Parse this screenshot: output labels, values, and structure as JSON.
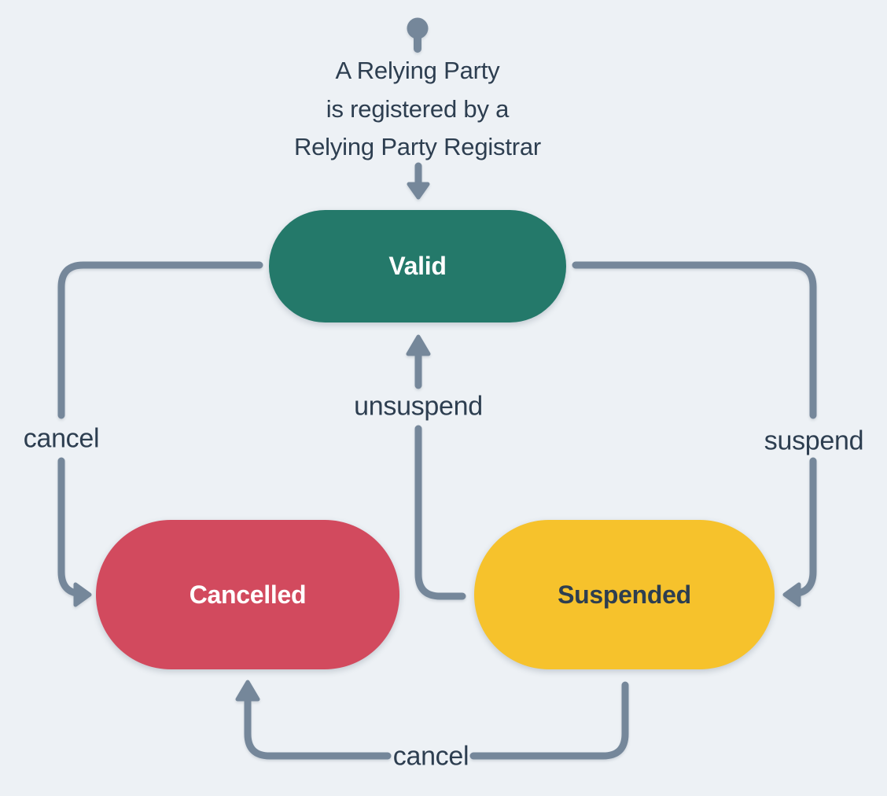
{
  "diagram": {
    "start_note_lines": {
      "line1": "A Relying Party",
      "line2": "is registered by a",
      "line3": "Relying Party Registrar"
    },
    "states": [
      {
        "id": "valid",
        "label": "Valid",
        "fill": "#24796A",
        "text_color": "#FFFFFF"
      },
      {
        "id": "cancelled",
        "label": "Cancelled",
        "fill": "#D24A5E",
        "text_color": "#FFFFFF"
      },
      {
        "id": "suspended",
        "label": "Suspended",
        "fill": "#F6C22C",
        "text_color": "#2D3E50"
      }
    ],
    "transitions": [
      {
        "from": "valid",
        "to": "cancelled",
        "label": "cancel"
      },
      {
        "from": "valid",
        "to": "suspended",
        "label": "suspend"
      },
      {
        "from": "suspended",
        "to": "valid",
        "label": "unsuspend"
      },
      {
        "from": "suspended",
        "to": "cancelled",
        "label": "cancel"
      }
    ],
    "colors": {
      "background": "#EDF1F5",
      "edge": "#75879A",
      "text": "#2D3E50"
    }
  }
}
